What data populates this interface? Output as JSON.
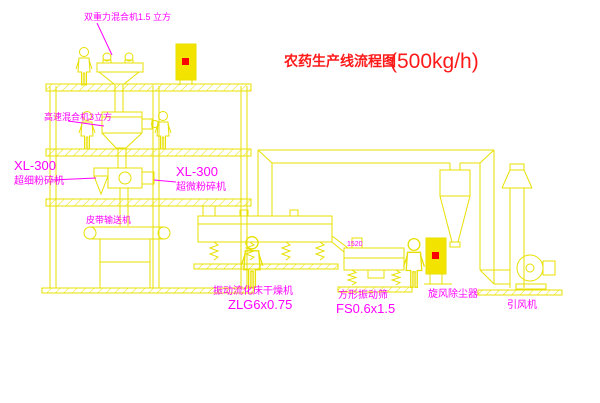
{
  "title": {
    "text": "农药生产线流程图",
    "capacity": "(500kg/h)"
  },
  "equipment_labels": {
    "gravity_mixer": "双重力混合机1.5 立方",
    "high_speed_mixer": "高速混合机3立方",
    "crusher_left": {
      "model": "XL-300",
      "name": "超细粉碎机"
    },
    "crusher_right": {
      "model": "XL-300",
      "name": "超微粉碎机"
    },
    "belt_conveyor": "皮带输送机",
    "dryer": {
      "name": "振动流化床干燥机",
      "model": "ZLG6x0.75"
    },
    "screen": {
      "name": "方形振动筛",
      "model": "FS0.6x1.5"
    },
    "cyclone": "旋风除尘器",
    "fan": "引风机",
    "dimension": "1520"
  },
  "colors": {
    "background": "#ffffff",
    "line": "#e8e000",
    "label_magenta": "#ff00ff",
    "title_red": "#ff1a1a",
    "indicator_red": "#ff0000",
    "cabinet_fill": "#f2e400"
  }
}
